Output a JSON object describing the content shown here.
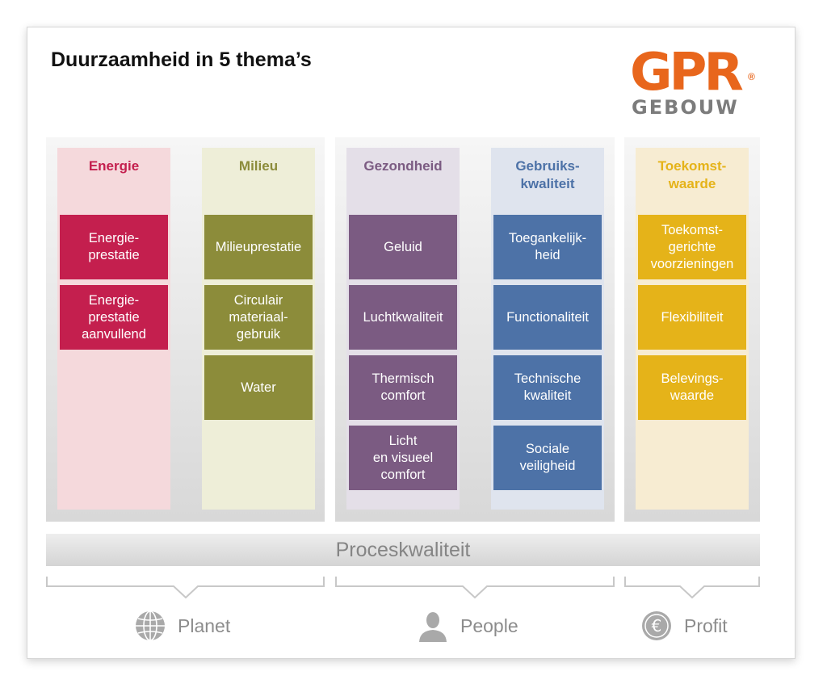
{
  "title": "Duurzaamheid in 5 thema’s",
  "logo": {
    "top": "GPR",
    "reg": "®",
    "bottom": "GEBOUW",
    "primary_color": "#e8661c",
    "secondary_color": "#7c7c7c"
  },
  "themes": [
    {
      "title": "Energie",
      "color": "#c41f4e",
      "bg": "#f5d9dc",
      "items": [
        "Energie-\nprestatie",
        "Energie-\nprestatie\naanvullend"
      ]
    },
    {
      "title": "Milieu",
      "color": "#8c8c3a",
      "bg": "#eeeed8",
      "items": [
        "Milieuprestatie",
        "Circulair\nmateriaal-\ngebruik",
        "Water"
      ]
    },
    {
      "title": "Gezondheid",
      "color": "#7b5b82",
      "bg": "#e4dfe8",
      "items": [
        "Geluid",
        "Luchtkwaliteit",
        "Thermisch\ncomfort",
        "Licht\nen visueel\ncomfort"
      ]
    },
    {
      "title": "Gebruiks-\nkwaliteit",
      "color": "#4d72a7",
      "bg": "#dfe4ee",
      "items": [
        "Toegankelijk-\nheid",
        "Functionaliteit",
        "Technische\nkwaliteit",
        "Sociale\nveiligheid"
      ]
    },
    {
      "title": "Toekomst-\nwaarde",
      "color": "#e5b319",
      "bg": "#f7ecd2",
      "items": [
        "Toekomst-\ngerichte\nvoorzieningen",
        "Flexibiliteit",
        "Belevings-\nwaarde"
      ]
    }
  ],
  "proces": "Proceskwaliteit",
  "pillars": [
    {
      "label": "Planet",
      "icon": "globe-icon"
    },
    {
      "label": "People",
      "icon": "person-icon"
    },
    {
      "label": "Profit",
      "icon": "euro-icon"
    }
  ]
}
